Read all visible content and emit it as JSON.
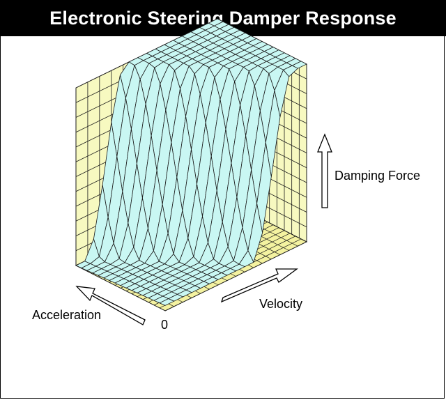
{
  "title": "Electronic Steering Damper Response",
  "chart_data": {
    "type": "surface3d",
    "title": "Electronic Steering Damper Response",
    "axes": {
      "x": {
        "label": "Velocity",
        "direction": "arrow"
      },
      "y": {
        "label": "Acceleration",
        "direction": "arrow"
      },
      "z": {
        "label": "Damping Force",
        "direction": "arrow"
      }
    },
    "origin_label": "0",
    "grid": true,
    "colors": {
      "surface": "#c9f7f3",
      "walls": "#f7f9c0",
      "floor": "#f4f2a0",
      "lines": "#1a1a1a"
    },
    "grid_resolution": {
      "x": 16,
      "y": 16
    },
    "surface_description_values": {
      "note_scale": "normalized 0-1 damping force",
      "low_plateau": 0.0,
      "high_plateau": 1.0
    }
  },
  "labels": {
    "acceleration": "Acceleration",
    "velocity": "Velocity",
    "damping_force": "Damping Force",
    "origin": "0"
  }
}
